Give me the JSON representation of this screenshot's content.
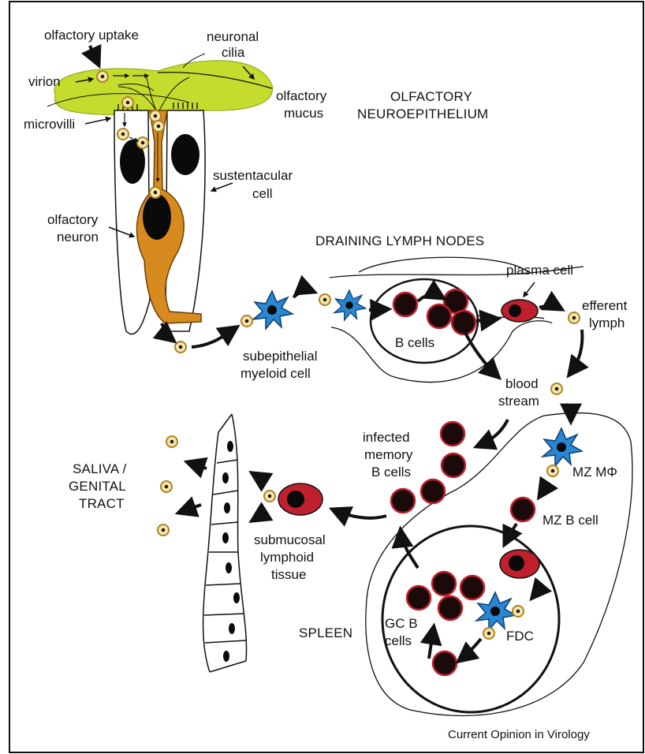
{
  "labels": {
    "olfactory_uptake": "olfactory uptake",
    "neuronal_cilia": [
      "neuronal",
      "cilia"
    ],
    "virion": "virion",
    "microvilli": "microvilli",
    "olfactory_mucus": [
      "olfactory",
      "mucus"
    ],
    "olfactory_neuroepithelium": [
      "OLFACTORY",
      "NEUROEPITHELIUM"
    ],
    "sustentacular_cell": [
      "sustentacular",
      "cell"
    ],
    "olfactory_neuron": [
      "olfactory",
      "neuron"
    ],
    "draining_lymph_nodes": "DRAINING LYMPH NODES",
    "plasma_cell": "plasma cell",
    "efferent_lymph": [
      "efferent",
      "lymph"
    ],
    "b_cells": "B cells",
    "subepithelial_myeloid_cell": [
      "subepithelial",
      "myeloid cell"
    ],
    "blood_stream": [
      "blood",
      "stream"
    ],
    "infected_memory_b_cells": [
      "infected",
      "memory",
      "B cells"
    ],
    "mz_macrophage": "MZ MΦ",
    "mz_b_cell": "MZ B cell",
    "saliva_genital_tract": [
      "SALIVA /",
      "GENITAL",
      "TRACT"
    ],
    "submucosal_lymphoid_tissue": [
      "submucosal",
      "lymphoid",
      "tissue"
    ],
    "spleen": "SPLEEN",
    "gc_b_cells": [
      "GC B",
      "cells"
    ],
    "fdc": "FDC",
    "journal": "Current Opinion in Virology"
  },
  "colors": {
    "mucus": "#c5dc2e",
    "neuron": "#d78a1e",
    "myeloid": "#2a86d0",
    "b_cell_rim": "#c0202e",
    "virion_fill": "#f2e7b5",
    "virion_rim": "#b0821c"
  }
}
